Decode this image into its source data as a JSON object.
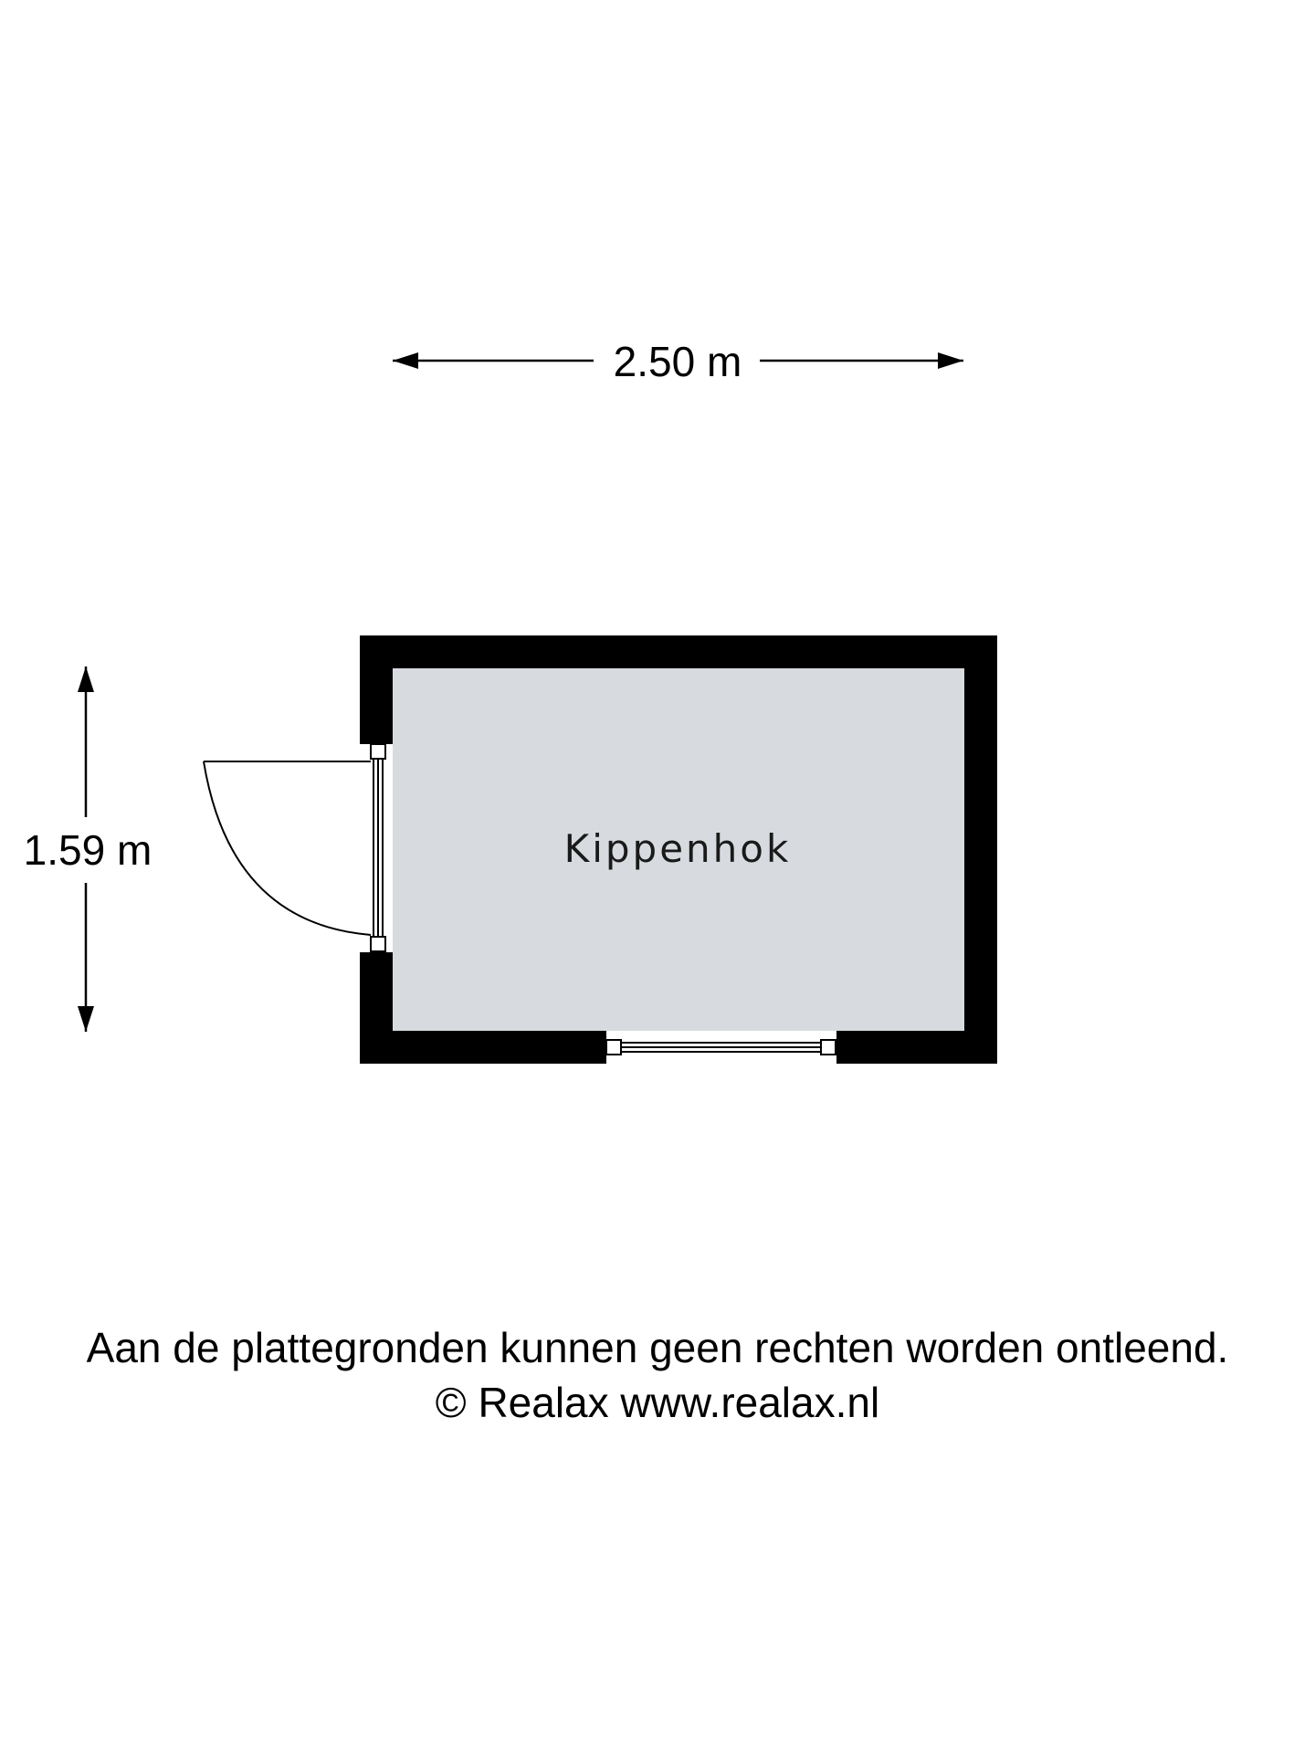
{
  "plan": {
    "room_label": "Kippenhok",
    "width_label": "2.50 m",
    "height_label": "1.59 m"
  },
  "colors": {
    "wall": "#000000",
    "floor": "#d7dbdf",
    "background": "#ffffff"
  },
  "footer": {
    "disclaimer": "Aan de plattegronden kunnen geen rechten worden ontleend.",
    "copyright": "© Realax www.realax.nl"
  }
}
